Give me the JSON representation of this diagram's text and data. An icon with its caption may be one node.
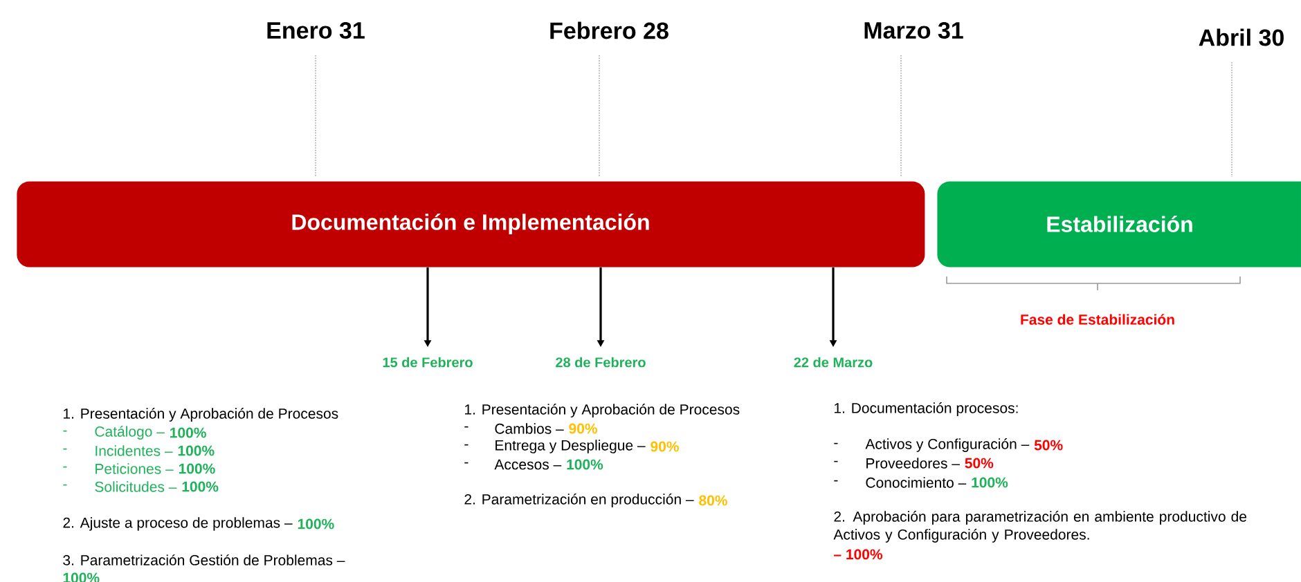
{
  "diagram": {
    "nodes": [
      {
        "text": [
          "Documentación e Implementación"
        ]
      },
      {
        "text": [
          "Estabilización"
        ]
      },
      {
        "text": [
          "15 de Febrero"
        ]
      },
      {
        "text": [
          "28 de Febrero"
        ]
      },
      {
        "text": [
          "22 de Marzo"
        ]
      }
    ],
    "edges": [
      {
        "from": 0,
        "to": 2,
        "arrow": "to"
      },
      {
        "from": 0,
        "to": 3,
        "arrow": "to"
      },
      {
        "from": 0,
        "to": 4,
        "arrow": "to"
      }
    ],
    "labels": [
      "Enero 31",
      "Febrero 28",
      "Marzo 31",
      "Abril 30",
      "Fase de Estabilización",
      "1. Presentación y Aprobación de Procesos",
      "-",
      "Catálogo –",
      "100%",
      "-",
      "Incidentes –",
      "100%",
      "-",
      "Peticiones –",
      "100%",
      "-",
      "Solicitudes –",
      "100%",
      "2. Ajuste a proceso de problemas –",
      "100%",
      "3. Parametrización Gestión de Problemas –",
      "100%",
      "1. Presentación y Aprobación de Procesos",
      "-",
      "Cambios –",
      "90%",
      "-",
      "Entrega y Despliegue –",
      "90%",
      "-",
      "Accesos –",
      "100%",
      "2. Parametrización en producción –",
      "80%",
      "1. Documentación procesos:",
      "-",
      "Activos y Configuración –",
      "50%",
      "-",
      "Proveedores –",
      "50%",
      "-",
      "Conocimiento –",
      "100%",
      "2. Aprobación para parametrización en ambiente productivo de Activos y Configuración y Proveedores.",
      "– 100%"
    ]
  }
}
